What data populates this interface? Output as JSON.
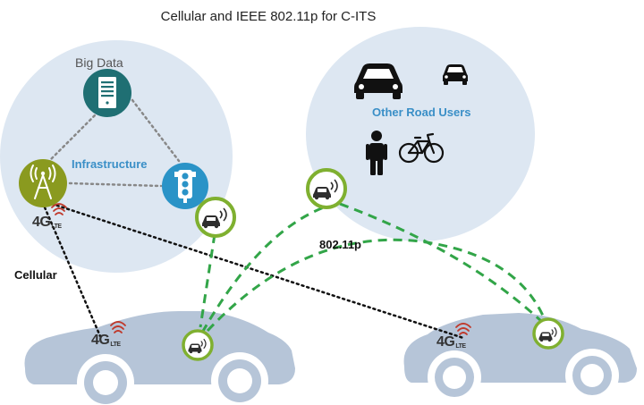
{
  "title": "Cellular and IEEE 802.11p for C-ITS",
  "labels": {
    "big_data": "Big Data",
    "infrastructure": "Infrastructure",
    "other_road_users": "Other Road Users",
    "dot11p": "802.11p",
    "cellular": "Cellular"
  },
  "badges": {
    "cellular_tower": {
      "main": "4G",
      "sub": "LTE"
    },
    "car_left": {
      "main": "4G",
      "sub": "LTE"
    },
    "car_right": {
      "main": "4G",
      "sub": "LTE"
    }
  },
  "icons": {
    "server": "server-icon",
    "cell_tower": "cell-tower-icon",
    "traffic_light": "traffic-light-icon",
    "car": "car-icon",
    "pedestrian": "pedestrian-icon",
    "bicycle": "bicycle-icon",
    "wireless_car": "wireless-car-icon",
    "signal": "signal-waves-icon"
  },
  "colors": {
    "cloud": "#dde7f2",
    "teal": "#1f6f73",
    "blue": "#2a93c7",
    "olive": "#8a9a1f",
    "green": "#7fb030",
    "dash_green": "#32a548",
    "car_body": "#b6c5d8",
    "red": "#c0392b"
  }
}
